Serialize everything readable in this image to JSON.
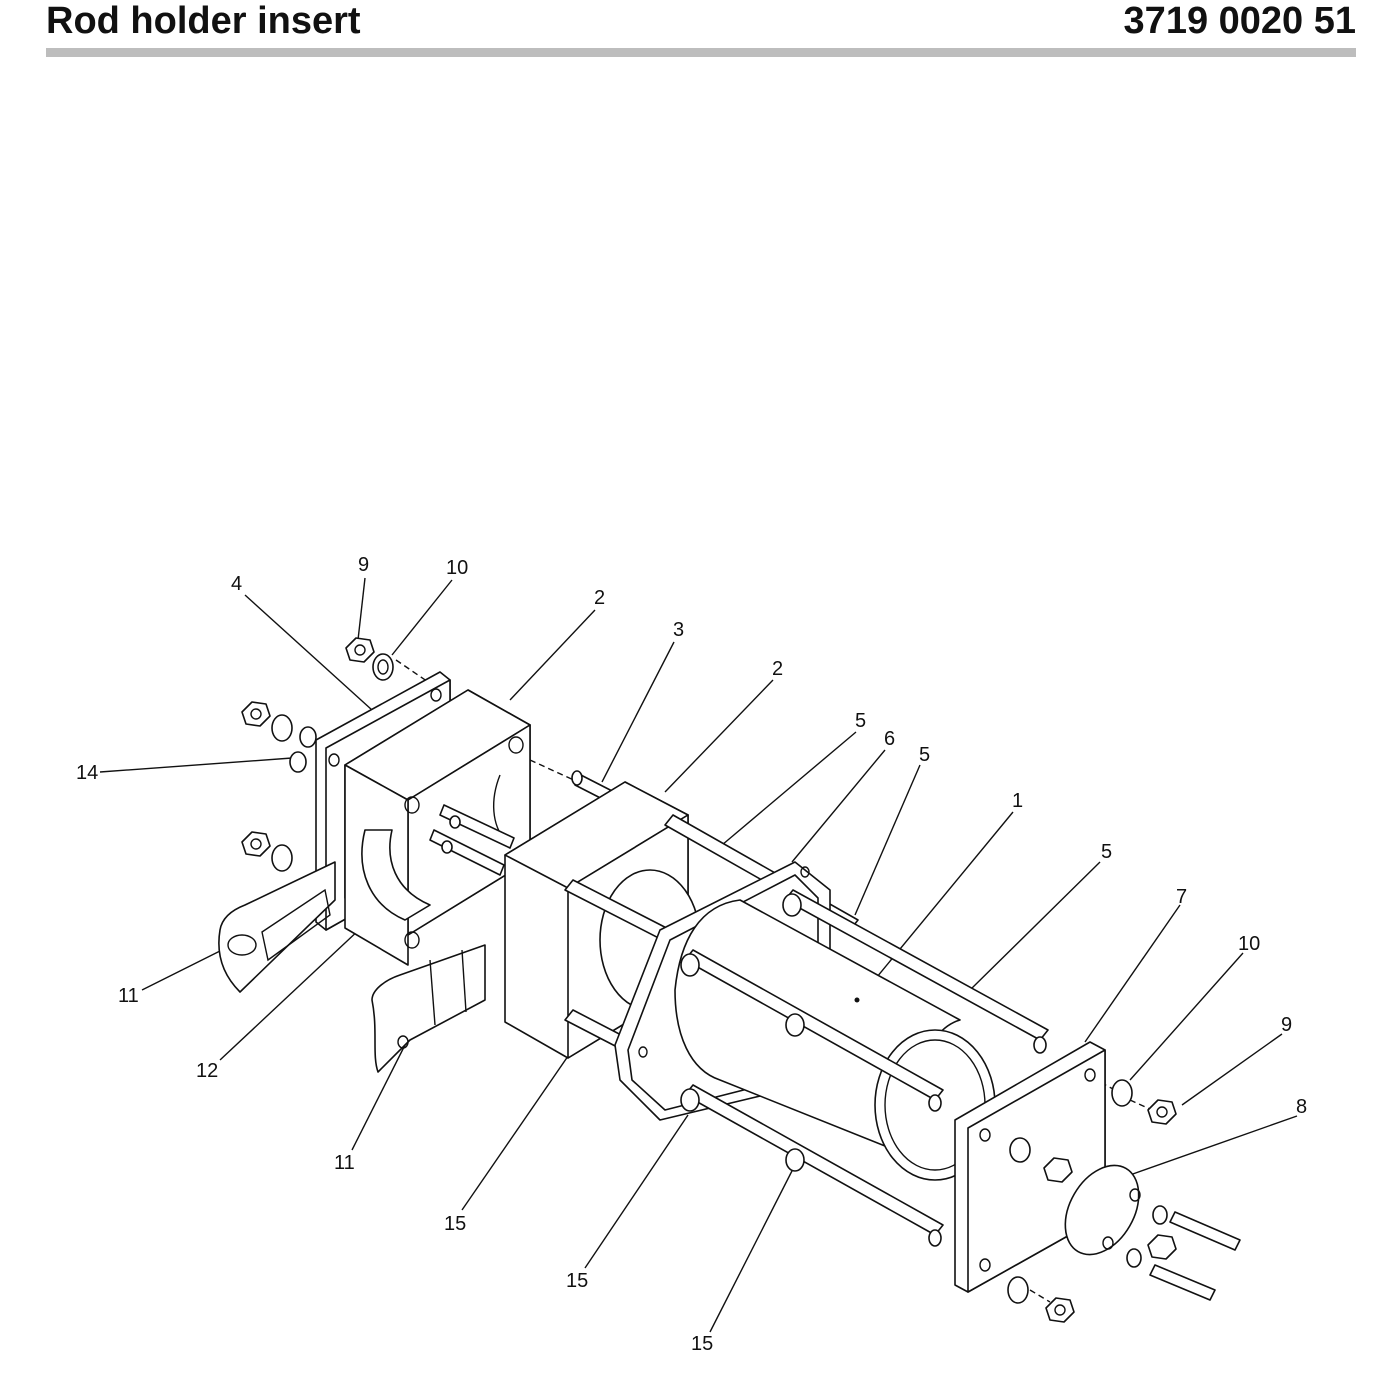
{
  "header": {
    "title": "Rod holder insert",
    "part_number": "3719 0020 51"
  },
  "callouts": [
    {
      "id": "c9a",
      "label": "9"
    },
    {
      "id": "c10a",
      "label": "10"
    },
    {
      "id": "c4",
      "label": "4"
    },
    {
      "id": "c2a",
      "label": "2"
    },
    {
      "id": "c3",
      "label": "3"
    },
    {
      "id": "c2b",
      "label": "2"
    },
    {
      "id": "c5a",
      "label": "5"
    },
    {
      "id": "c6",
      "label": "6"
    },
    {
      "id": "c5b",
      "label": "5"
    },
    {
      "id": "c1",
      "label": "1"
    },
    {
      "id": "c5c",
      "label": "5"
    },
    {
      "id": "c14",
      "label": "14"
    },
    {
      "id": "c7",
      "label": "7"
    },
    {
      "id": "c10b",
      "label": "10"
    },
    {
      "id": "c9b",
      "label": "9"
    },
    {
      "id": "c8",
      "label": "8"
    },
    {
      "id": "c11a",
      "label": "11"
    },
    {
      "id": "c12",
      "label": "12"
    },
    {
      "id": "c11b",
      "label": "11"
    },
    {
      "id": "c15a",
      "label": "15"
    },
    {
      "id": "c15b",
      "label": "15"
    },
    {
      "id": "c15c",
      "label": "15"
    }
  ]
}
